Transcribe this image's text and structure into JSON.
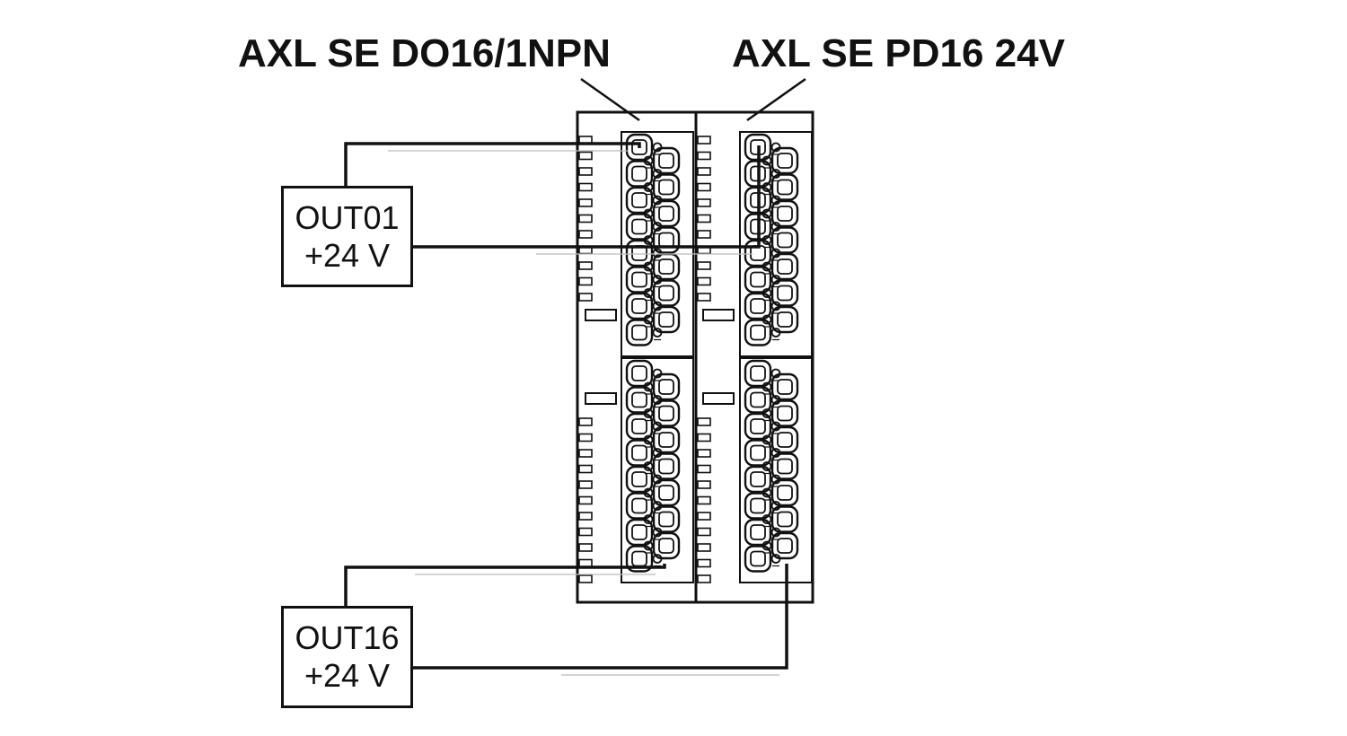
{
  "modules": {
    "left_label": "AXL SE DO16/1NPN",
    "right_label": "AXL SE PD16 24V"
  },
  "loads": [
    {
      "line1": "OUT01",
      "line2": "+24 V"
    },
    {
      "line1": "OUT16",
      "line2": "+24 V"
    }
  ],
  "colors": {
    "stroke": "#111111",
    "background": "#ffffff"
  }
}
